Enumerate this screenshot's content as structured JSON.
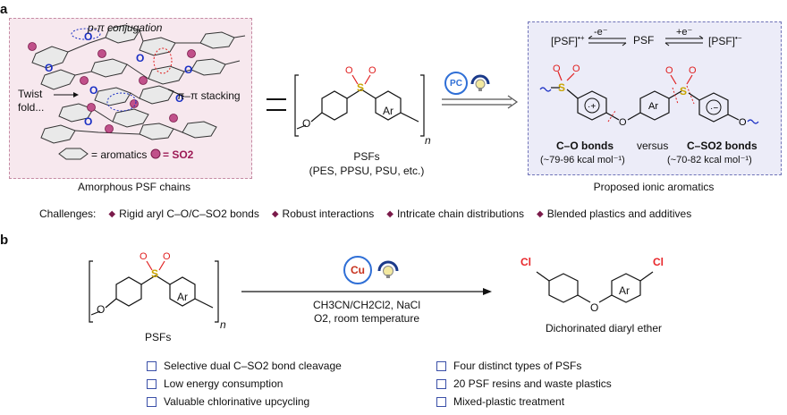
{
  "panel_a": {
    "label": "a",
    "chain_labels": {
      "conjugation": "p-π conjugation",
      "stacking": "π–π stacking",
      "twist": "Twist\nfold...",
      "legend_aromatics": "= aromatics",
      "legend_so2": "= SO2"
    },
    "amorphous_caption": "Amorphous PSF chains",
    "psf_name": "PSFs",
    "psf_examples": "(PES, PPSU, PSU, etc.)",
    "ar_label": "Ar",
    "n_label": "n",
    "pc_label": "PC",
    "redox": {
      "cation": "[PSF]",
      "neutral": "PSF",
      "anion": "[PSF]",
      "minus_e": "-e⁻",
      "plus_e": "+e⁻"
    },
    "bond_co": "C–O bonds",
    "versus": "versus",
    "bond_cso2": "C–SO2 bonds",
    "bde_co": "(~79-96 kcal mol⁻¹)",
    "bde_cso2": "(~70-82 kcal mol⁻¹)",
    "ionic_caption": "Proposed ionic aromatics",
    "challenges_label": "Challenges:",
    "challenges": [
      "Rigid aryl C–O/C–SO2 bonds",
      "Robust interactions",
      "Intricate chain distributions",
      "Blended plastics and additives"
    ]
  },
  "panel_b": {
    "label": "b",
    "psf_name": "PSFs",
    "ar_label": "Ar",
    "n_label": "n",
    "cu_label": "Cu",
    "conditions_1": "CH3CN/CH2Cl2, NaCl",
    "conditions_2": "O2, room temperature",
    "product_caption": "Dichorinated diaryl ether",
    "cl": "Cl",
    "features_left": [
      "Selective dual C–SO2 bond cleavage",
      "Low energy consumption",
      "Valuable chlorinative upcycling"
    ],
    "features_right": [
      "Four distinct types of PSFs",
      "20 PSF resins and waste plastics",
      "Mixed-plastic treatment"
    ]
  },
  "colors": {
    "sulfur_yellow": "#c9a400",
    "oxygen_red": "#e02020",
    "oxygen_blue": "#1a2fc4",
    "chlorine_red": "#e8262a",
    "copper_red": "#c8321e",
    "pc_blue": "#2f6fd6",
    "so2_magenta": "#9c1a55",
    "box_a_fill": "#f7e8ee",
    "box_c_fill": "#ececf8"
  }
}
